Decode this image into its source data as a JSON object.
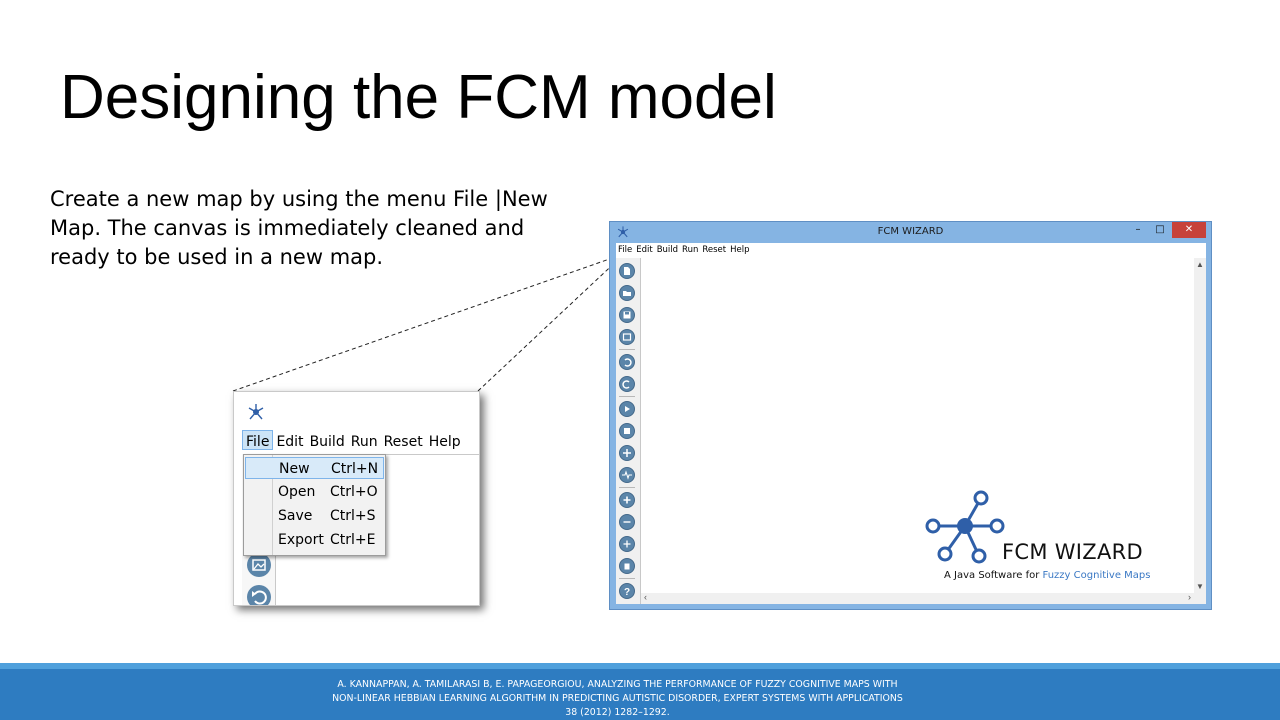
{
  "slide": {
    "title": "Designing the FCM model",
    "body": "Create a new map by using the menu File |New Map. The canvas is immediately cleaned and ready to be used in a new map.",
    "citation": "A. KANNAPPAN, A. TAMILARASI B, E. PAPAGEORGIOU, ANALYZING THE PERFORMANCE OF FUZZY COGNITIVE MAPS WITH NON-LINEAR HEBBIAN LEARNING ALGORITHM IN PREDICTING AUTISTIC DISORDER, EXPERT SYSTEMS WITH APPLICATIONS 38 (2012) 1282–1292."
  },
  "zoom": {
    "menus": [
      "File",
      "Edit",
      "Build",
      "Run",
      "Reset",
      "Help"
    ],
    "active_menu": "File",
    "file_menu": [
      {
        "label": "New",
        "shortcut": "Ctrl+N",
        "highlighted": true
      },
      {
        "label": "Open",
        "shortcut": "Ctrl+O"
      },
      {
        "label": "Save",
        "shortcut": "Ctrl+S"
      },
      {
        "label": "Export",
        "shortcut": "Ctrl+E"
      }
    ],
    "visible_toolbar_icons": [
      "export-image-icon",
      "undo-icon"
    ]
  },
  "app": {
    "title": "FCM WIZARD",
    "window_controls": {
      "minimize": "–",
      "maximize": "□",
      "close": "✕"
    },
    "menus": [
      "File",
      "Edit",
      "Build",
      "Run",
      "Reset",
      "Help"
    ],
    "toolbar": [
      "new-map-icon",
      "open-icon",
      "save-icon",
      "export-image-icon",
      "undo-icon",
      "redo-icon",
      "run-icon",
      "stop-icon",
      "grid-icon",
      "pulse-icon",
      "add-node-icon",
      "connect-icon",
      "add-edge-icon",
      "delete-icon",
      "help-icon"
    ],
    "scroll": {
      "up": "▲",
      "down": "▼",
      "left": "‹",
      "right": "›"
    },
    "logo": {
      "name": "FCM WIZARD",
      "tagline_prefix": "A Java Software for ",
      "tagline_highlight": "Fuzzy Cognitive Maps",
      "colors": {
        "node": "#2f5fa8",
        "ring": "#2f5fa8",
        "highlight": "#3a78c4"
      }
    }
  },
  "colors": {
    "footer": "#2e7cc1",
    "footer_strip": "#4fa0dc",
    "window_frame": "#85b4e3",
    "close_button": "#c7423a",
    "menu_highlight": "#cce4f7"
  }
}
